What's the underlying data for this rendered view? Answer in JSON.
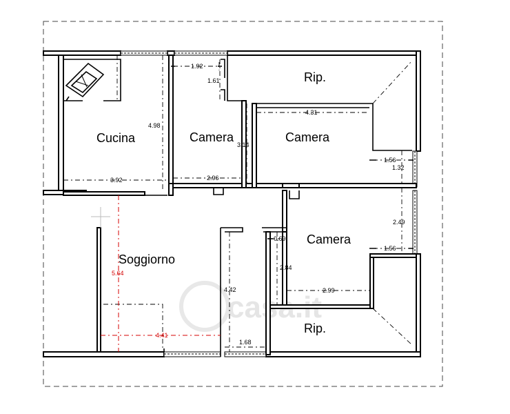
{
  "rooms": {
    "cucina": "Cucina",
    "camera_1": "Camera",
    "camera_2": "Camera",
    "camera_3": "Camera",
    "soggiorno": "Soggiorno",
    "rip_top": "Rip.",
    "rip_bottom": "Rip."
  },
  "dimensions": {
    "d_1_92": "1.92",
    "d_1_61": "1.61",
    "d_4_31": "4.31",
    "d_4_98": "4.98",
    "d_3_14": "3.14",
    "d_3_92": "3.92",
    "d_2_96": "2.96",
    "d_1_56_top": "1.56",
    "d_1_32": "1.32",
    "d_2_49": "2.49",
    "d_0_69": "0.69",
    "d_1_56_bottom": "1.56",
    "d_2_84": "2.84",
    "d_2_99": "2.99",
    "d_4_42": "4.42",
    "d_5_64": "5.64",
    "d_4_41": "4.41",
    "d_1_68": "1.68"
  },
  "watermark": "casa.it",
  "colors": {
    "wall": "#000000",
    "highlight_dimension": "#d40000",
    "watermark": "#e3e3e3"
  }
}
